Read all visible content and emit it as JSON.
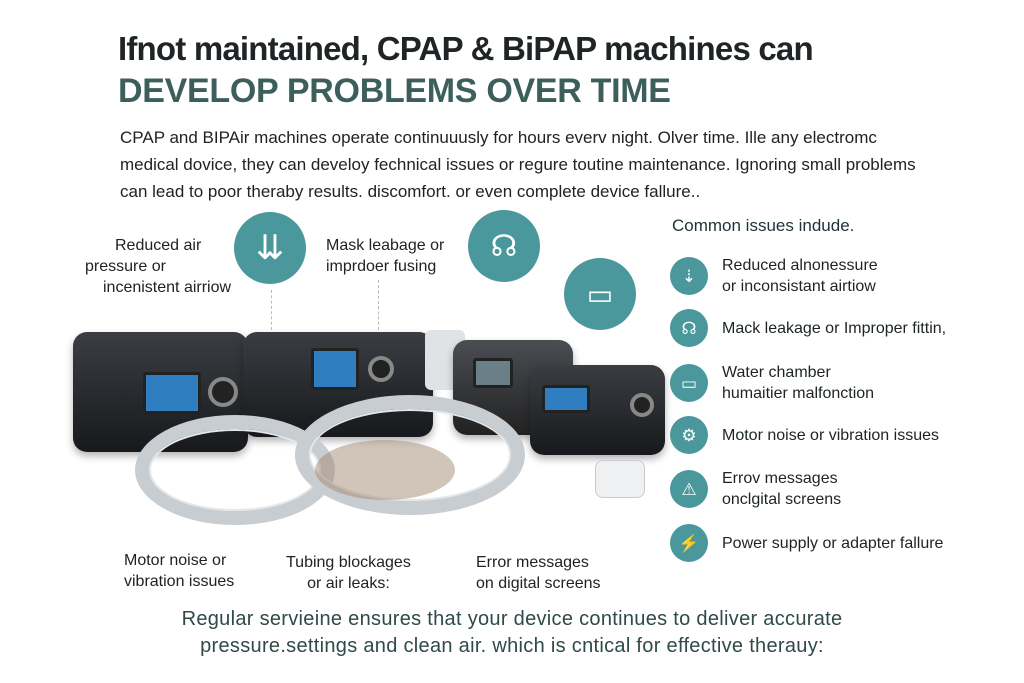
{
  "header": {
    "title_line1": "Ifnot maintained, CPAP & BiPAP machines can",
    "title_line2": "DEVELOP PROBLEMS OVER TIME"
  },
  "intro": "CPAP and BIPAir machines operate continuuusly for hours everv night. Olver time. Ille any electromc medical dovice, they can develoy fechnical issues or regure toutine maintenance. Ignoring small problems can lead to poor theraby results. discomfort. or even complete device fallure..",
  "callouts": {
    "top_left": [
      "Reduced air",
      "pressure or",
      "incenistent airriow"
    ],
    "top_mid": [
      "Mask leabage or",
      "imprdoer fusing"
    ],
    "bottom_1": [
      "Motor noise or",
      "vibration issues"
    ],
    "bottom_2": [
      "Tubing blockages",
      "or air leaks:"
    ],
    "bottom_3": [
      "Error messages",
      "on digital screens"
    ]
  },
  "common": {
    "heading": "Common issues indude.",
    "items": [
      {
        "icon": "airflow-icon",
        "lines": [
          "Reduced alnonessure",
          "or inconsistant airtiow"
        ]
      },
      {
        "icon": "mask-icon",
        "lines": [
          "Mack leakage or Improper fittin,"
        ]
      },
      {
        "icon": "water-chamber-icon",
        "lines": [
          "Water chamber",
          "humaitier malfonction"
        ]
      },
      {
        "icon": "motor-icon",
        "lines": [
          "Motor noise or vibration issues"
        ]
      },
      {
        "icon": "warning-icon",
        "lines": [
          "Errov messages",
          "onclgital screens"
        ]
      },
      {
        "icon": "power-plug-icon",
        "lines": [
          "Power supply or adapter fallure"
        ]
      }
    ]
  },
  "footer": [
    "Regular servieine ensures that your device continues to deliver accurate",
    "pressure.settings and clean air. which is cntical for effective therauy:"
  ],
  "colors": {
    "teal": "#4a979c",
    "heading_teal": "#3d5f5c"
  }
}
